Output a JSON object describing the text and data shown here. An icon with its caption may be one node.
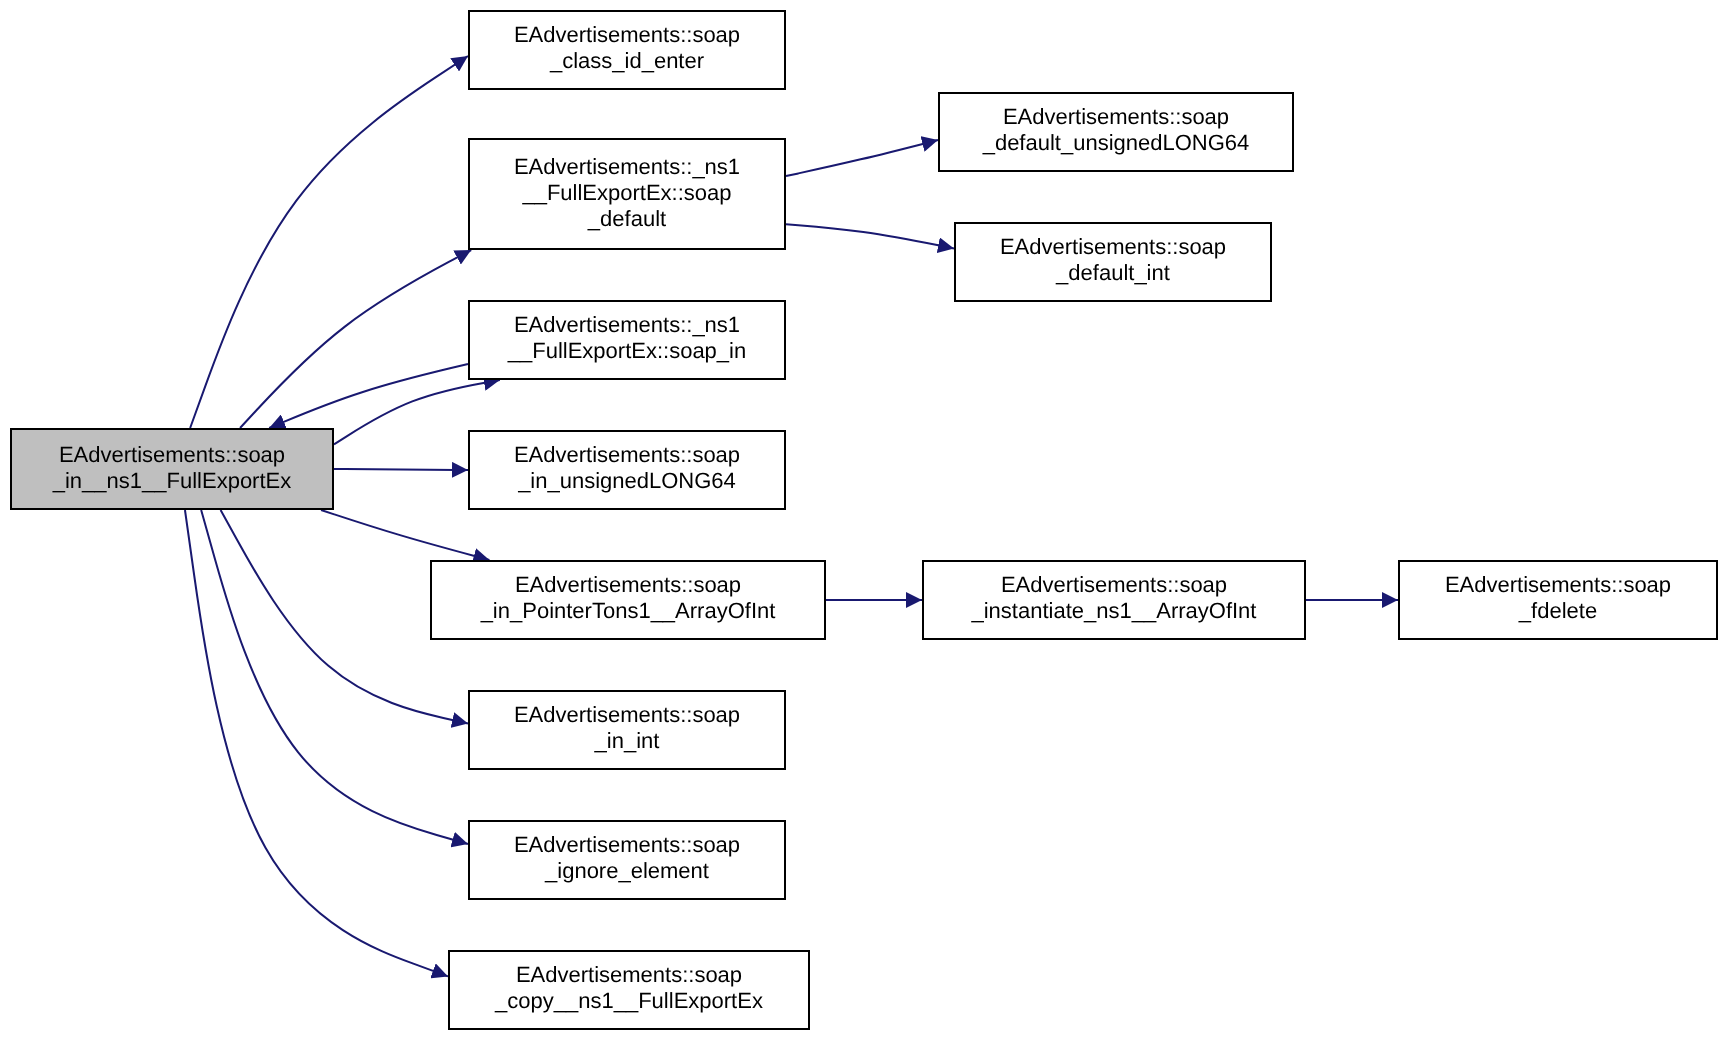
{
  "diagram": {
    "nodes": [
      {
        "text": [
          "EAdvertisements::soap _in__ns1__FullExportEx"
        ]
      },
      {
        "text": [
          "EAdvertisements::soap _class_id_enter"
        ]
      },
      {
        "text": [
          "EAdvertisements::_ns1 __FullExportEx::soap _default"
        ]
      },
      {
        "text": [
          "EAdvertisements::soap _default_unsignedLONG64"
        ]
      },
      {
        "text": [
          "EAdvertisements::soap _default_int"
        ]
      },
      {
        "text": [
          "EAdvertisements::_ns1 __FullExportEx::soap_in"
        ]
      },
      {
        "text": [
          "EAdvertisements::soap _in_unsignedLONG64"
        ]
      },
      {
        "text": [
          "EAdvertisements::soap _in_PointerTons1__ArrayOfInt"
        ]
      },
      {
        "text": [
          "EAdvertisements::soap _instantiate_ns1__ArrayOfInt"
        ]
      },
      {
        "text": [
          "EAdvertisements::soap _fdelete"
        ]
      },
      {
        "text": [
          "EAdvertisements::soap _in_int"
        ]
      },
      {
        "text": [
          "EAdvertisements::soap _ignore_element"
        ]
      },
      {
        "text": [
          "EAdvertisements::soap _copy__ns1__FullExportEx"
        ]
      }
    ],
    "edges": [
      {
        "from": 0,
        "to": 1,
        "arrow": "to"
      },
      {
        "from": 0,
        "to": 2,
        "arrow": "to"
      },
      {
        "from": 0,
        "to": 5,
        "arrow": "to"
      },
      {
        "from": 5,
        "to": 0,
        "arrow": "to"
      },
      {
        "from": 0,
        "to": 6,
        "arrow": "to"
      },
      {
        "from": 0,
        "to": 7,
        "arrow": "to"
      },
      {
        "from": 0,
        "to": 10,
        "arrow": "to"
      },
      {
        "from": 0,
        "to": 11,
        "arrow": "to"
      },
      {
        "from": 0,
        "to": 12,
        "arrow": "to"
      },
      {
        "from": 2,
        "to": 3,
        "arrow": "to"
      },
      {
        "from": 2,
        "to": 4,
        "arrow": "to"
      },
      {
        "from": 7,
        "to": 8,
        "arrow": "to"
      },
      {
        "from": 8,
        "to": 9,
        "arrow": "to"
      }
    ]
  }
}
